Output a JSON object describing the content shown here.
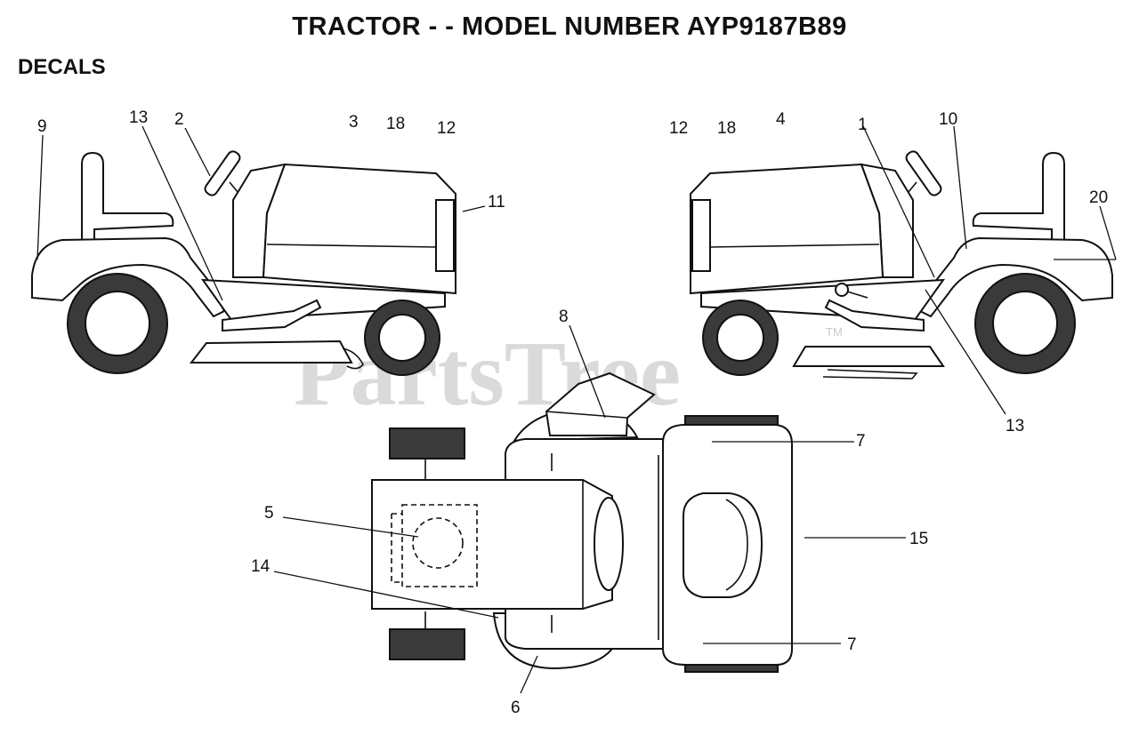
{
  "header": {
    "title": "TRACTOR - - MODEL NUMBER AYP9187B89",
    "section": "DECALS"
  },
  "watermark": {
    "text": "PartsTree",
    "trademark": "TM"
  },
  "callouts": [
    {
      "id": "9",
      "label": "9"
    },
    {
      "id": "13a",
      "label": "13"
    },
    {
      "id": "2",
      "label": "2"
    },
    {
      "id": "3",
      "label": "3"
    },
    {
      "id": "18a",
      "label": "18"
    },
    {
      "id": "12a",
      "label": "12"
    },
    {
      "id": "11",
      "label": "11"
    },
    {
      "id": "12b",
      "label": "12"
    },
    {
      "id": "18b",
      "label": "18"
    },
    {
      "id": "4",
      "label": "4"
    },
    {
      "id": "1",
      "label": "1"
    },
    {
      "id": "10",
      "label": "10"
    },
    {
      "id": "20",
      "label": "20"
    },
    {
      "id": "13b",
      "label": "13"
    },
    {
      "id": "8",
      "label": "8"
    },
    {
      "id": "7a",
      "label": "7"
    },
    {
      "id": "5",
      "label": "5"
    },
    {
      "id": "15",
      "label": "15"
    },
    {
      "id": "14",
      "label": "14"
    },
    {
      "id": "7b",
      "label": "7"
    },
    {
      "id": "6",
      "label": "6"
    }
  ]
}
